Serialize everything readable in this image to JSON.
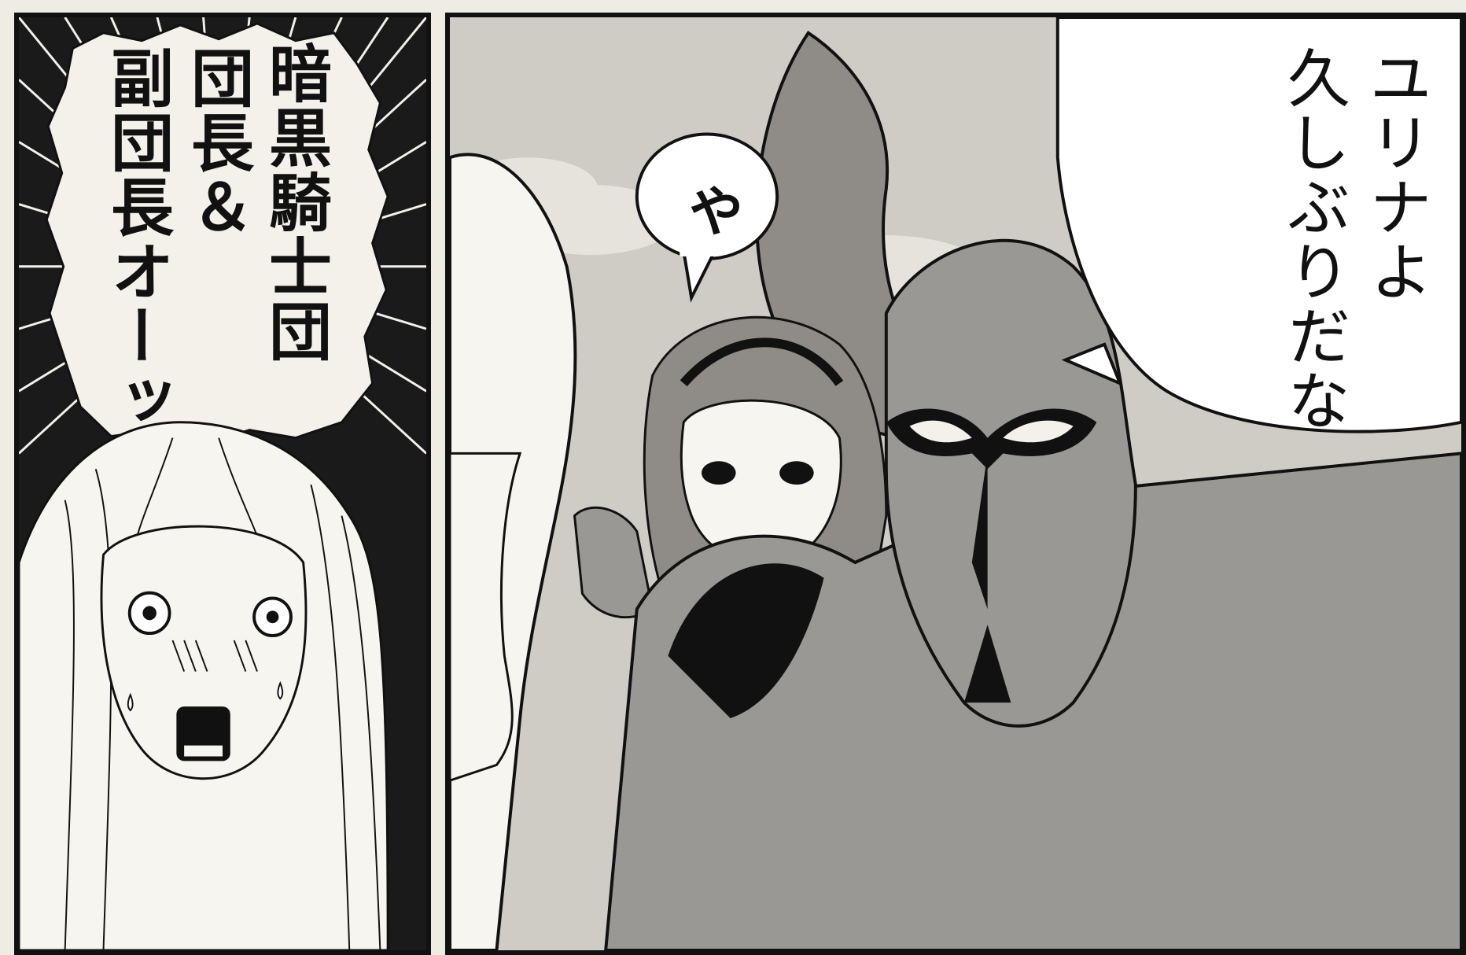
{
  "panels": {
    "left": {
      "shout_bubble": {
        "lines": [
          "暗黒騎士団",
          "団長＆",
          "副団長オーッ"
        ]
      }
    },
    "right": {
      "small_bubble": {
        "text": "や"
      },
      "knight_bubble": {
        "lines": [
          "ユリナよ",
          "久しぶりだな"
        ]
      }
    }
  },
  "colors": {
    "ink": "#111111",
    "paper": "#efece4",
    "screentone": "#9a9894",
    "sky": "#cfccc6"
  }
}
